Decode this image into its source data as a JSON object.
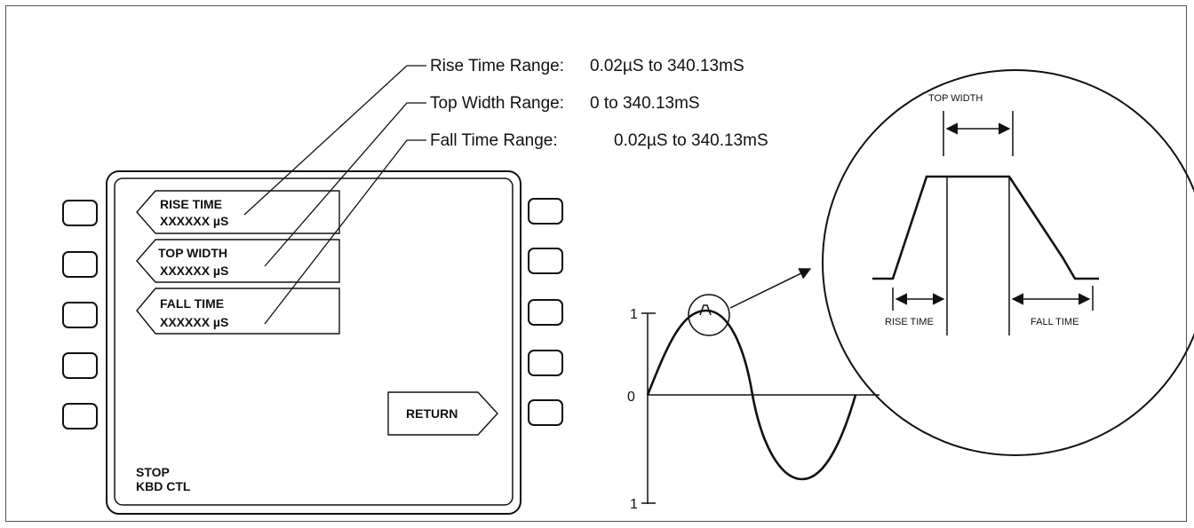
{
  "ranges": [
    {
      "label": "Rise Time Range:",
      "value": "0.02µS to 340.13mS"
    },
    {
      "label": "Top Width Range:",
      "value": "0 to 340.13mS"
    },
    {
      "label": "Fall Time Range:",
      "value": "0.02µS to 340.13mS"
    }
  ],
  "screen": {
    "softkeys": [
      {
        "line1": "RISE TIME",
        "line2": "XXXXXX µS"
      },
      {
        "line1": "TOP WIDTH",
        "line2": "XXXXXX µS"
      },
      {
        "line1": "FALL TIME",
        "line2": "XXXXXX µS"
      }
    ],
    "return_label": "RETURN",
    "status_line1": "STOP",
    "status_line2": "KBD CTL"
  },
  "waveform": {
    "y_labels": {
      "top": "1",
      "zero": "0",
      "bottom": "1"
    }
  },
  "detail": {
    "top_width": "TOP WIDTH",
    "rise_time": "RISE TIME",
    "fall_time": "FALL TIME"
  }
}
